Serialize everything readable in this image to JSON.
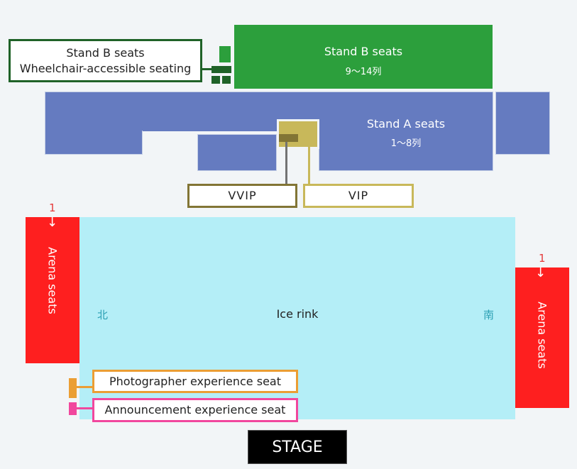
{
  "stand_b": {
    "title": "Stand B seats",
    "rows": "9～14列",
    "color": "#2c9f3c",
    "wheelchair_label_line1": "Stand B seats",
    "wheelchair_label_line2": "Wheelchair-accessible seating",
    "wheelchair_color": "#1f6228"
  },
  "stand_a": {
    "title": "Stand A seats",
    "rows": "1～8列",
    "color": "#657bc0"
  },
  "vip": {
    "vvip_label": "VVIP",
    "vip_label": "VIP",
    "vvip_color": "#827535",
    "vip_color": "#c8b85a"
  },
  "rink": {
    "label": "Ice rink",
    "north": "北",
    "south": "南",
    "color": "#b4eef7"
  },
  "arena": {
    "left_label": "Arena seats",
    "right_label": "Arena seats",
    "left_start_number": "1",
    "right_start_number": "1",
    "arrow": "↓",
    "color": "#fe1f1f"
  },
  "experience": {
    "photographer_label": "Photographer experience seat",
    "announcement_label": "Announcement experience seat",
    "photographer_color": "#eb9e34",
    "announcement_color": "#f1479d"
  },
  "stage": {
    "label": "STAGE"
  }
}
